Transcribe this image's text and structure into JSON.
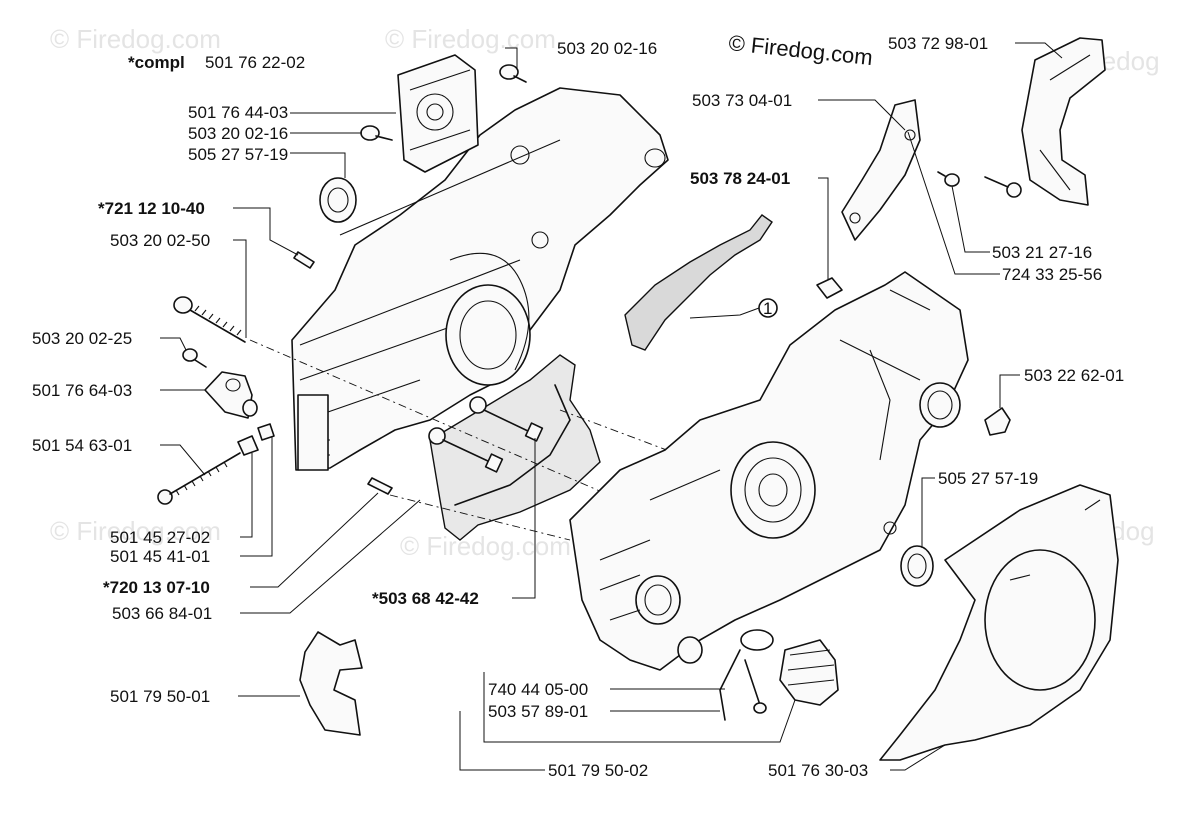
{
  "copyright": "© Firedog.com",
  "watermarks": [
    "© Firedog.com",
    "© Firedog.com",
    "© Firedog",
    "© Firedog.com",
    "© Firedog.com",
    "© Firedog"
  ],
  "callout": "1",
  "labels": {
    "compl_prefix": "*compl",
    "compl_number": "501 76 22-02",
    "p503200216_top": "503 20 02-16",
    "p501764403": "501 76 44-03",
    "p503200216_mid": "503 20 02-16",
    "p505275719_left": "505 27 57-19",
    "p721121040": "*721 12 10-40",
    "p503200250": "503 20 02-50",
    "p503200225": "503 20 02-25",
    "p501766403": "501 76 64-03",
    "p501546301": "501 54 63-01",
    "p501452702": "501 45 27-02",
    "p501454101": "501 45 41-01",
    "p720130710": "*720 13 07-10",
    "p503668401": "503 66 84-01",
    "p503684242": "*503 68 42-42",
    "p501795001": "501 79 50-01",
    "p740440500": "740 44 05-00",
    "p503578901": "503 57 89-01",
    "p501795002": "501 79 50-02",
    "p503729801": "503 72 98-01",
    "p503730401": "503 73 04-01",
    "p503782401": "503 78 24-01",
    "p503212716": "503 21 27-16",
    "p724332556": "724 33 25-56",
    "p503226201": "503 22 62-01",
    "p505275719_right": "505 27 57-19",
    "p501763003": "501 76 30-03"
  }
}
